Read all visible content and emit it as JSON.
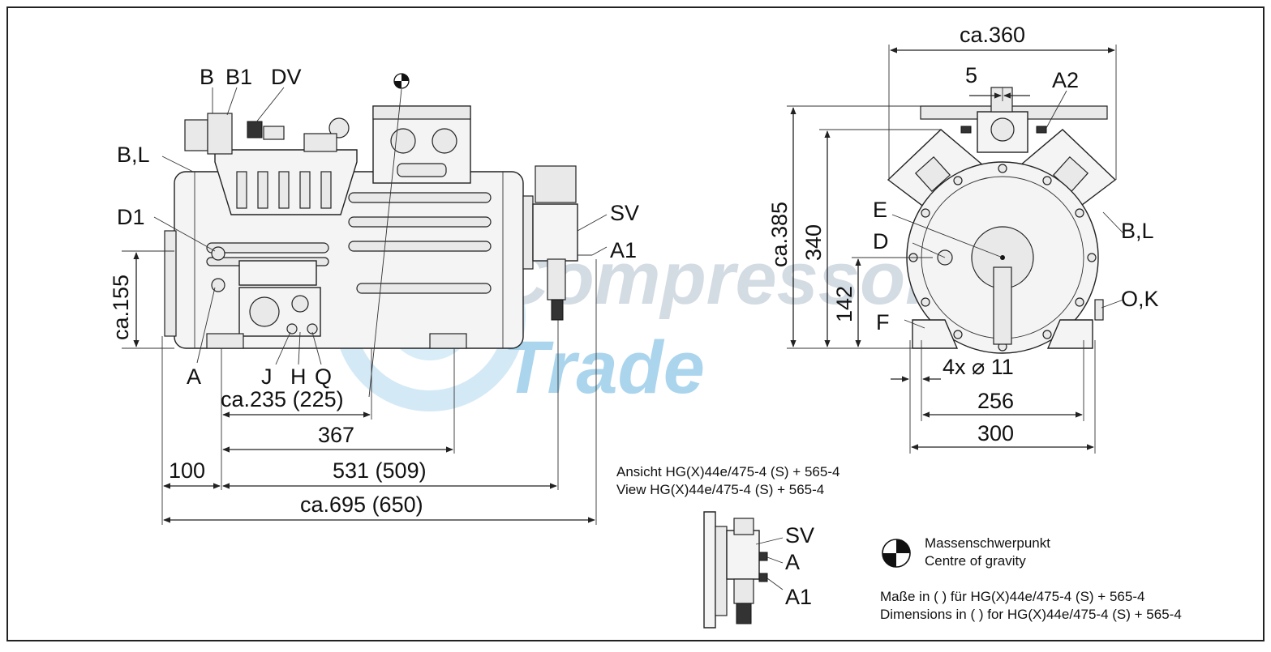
{
  "side_view": {
    "labels": {
      "b": "B",
      "b1": "B1",
      "dv": "DV",
      "bl": "B,L",
      "d1": "D1",
      "sv": "SV",
      "a1": "A1",
      "a": "A",
      "j": "J",
      "h": "H",
      "q": "Q"
    },
    "dimensions": {
      "height": "ca.155",
      "cog_offset": "ca.235 (225)",
      "d367": "367",
      "d100": "100",
      "d531": "531 (509)",
      "d695": "ca.695 (650)"
    }
  },
  "front_view": {
    "labels": {
      "a2": "A2",
      "e": "E",
      "d": "D",
      "f": "F",
      "bl": "B,L",
      "ok": "O,K"
    },
    "dimensions": {
      "width": "ca.360",
      "d5": "5",
      "height": "ca.385",
      "d340": "340",
      "d142": "142",
      "holes": "4x ⌀ 11",
      "d256": "256",
      "d300": "300"
    }
  },
  "inset": {
    "caption_de": "Ansicht HG(X)44e/475-4 (S) + 565-4",
    "caption_en": "View HG(X)44e/475-4 (S) + 565-4",
    "labels": {
      "sv": "SV",
      "a": "A",
      "a1": "A1"
    }
  },
  "legend": {
    "cog_de": "Massenschwerpunkt",
    "cog_en": "Centre of gravity",
    "note_de": "Maße in ( ) für HG(X)44e/475-4 (S) + 565-4",
    "note_en": "Dimensions in ( ) for HG(X)44e/475-4 (S) + 565-4"
  },
  "watermark": {
    "line1": "Compressor",
    "line2": "Trade"
  }
}
